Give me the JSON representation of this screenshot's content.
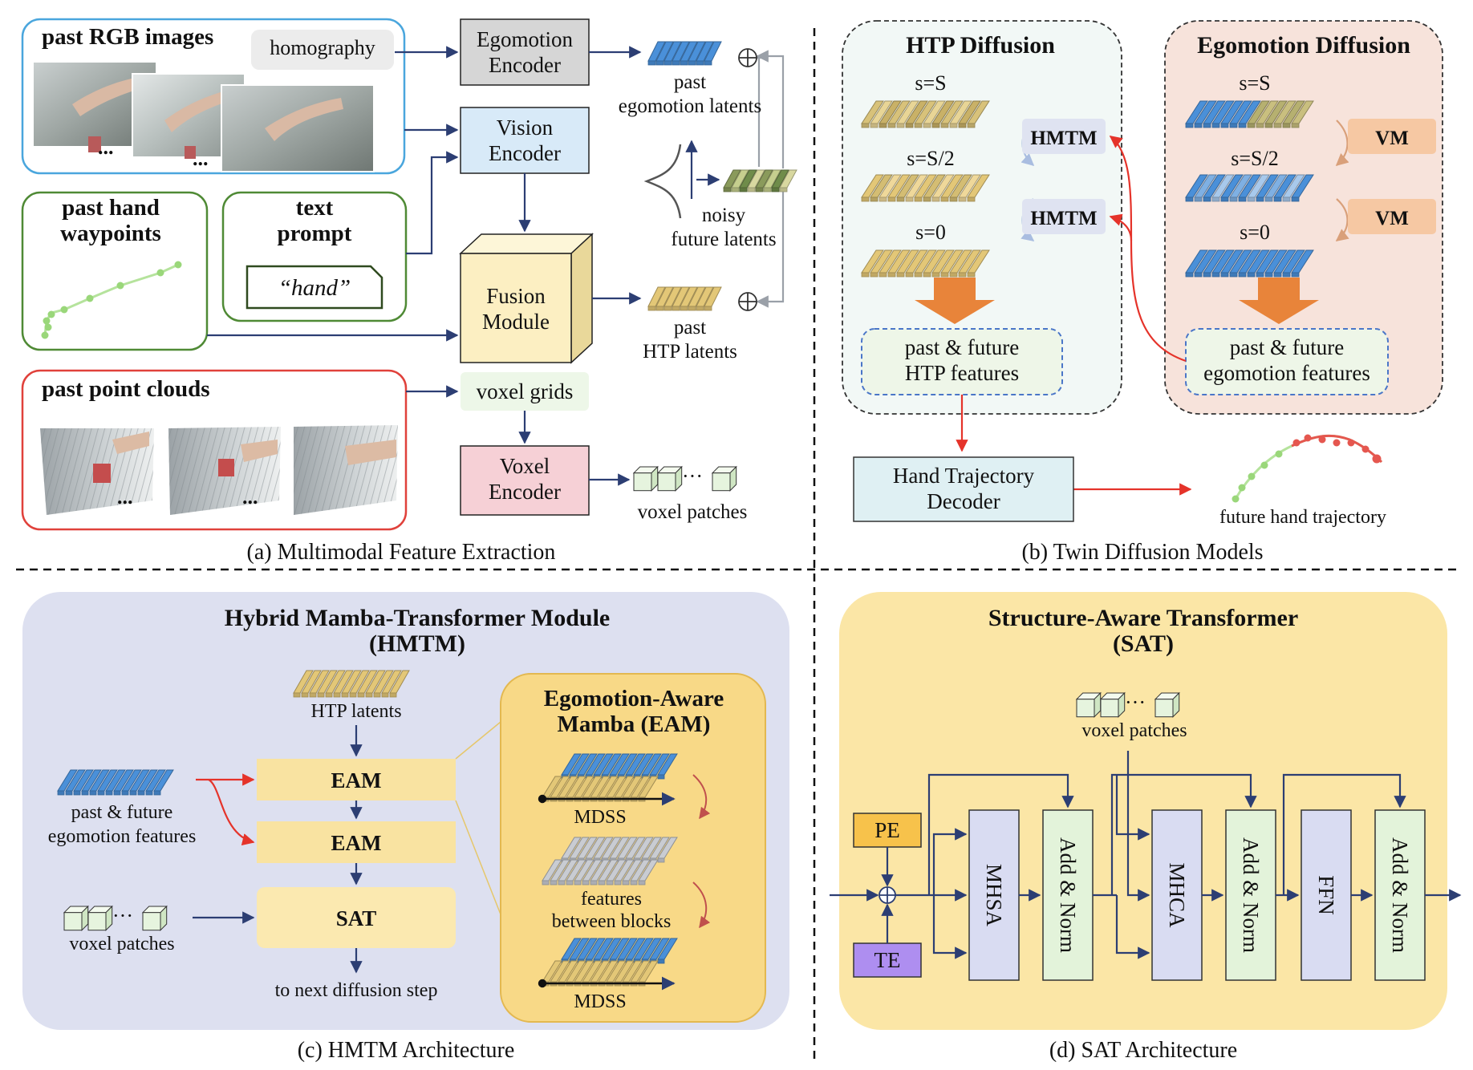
{
  "panel_a": {
    "caption": "(a) Multimodal Feature Extraction",
    "rgb_title": "past RGB images",
    "homography": "homography",
    "ellipsis": "...",
    "hand_title_1": "past hand",
    "hand_title_2": "waypoints",
    "text_title_1": "text",
    "text_title_2": "prompt",
    "prompt_value": "“hand”",
    "pc_title": "past point clouds",
    "ego_enc_1": "Egomotion",
    "ego_enc_2": "Encoder",
    "vis_enc_1": "Vision",
    "vis_enc_2": "Encoder",
    "fusion_1": "Fusion",
    "fusion_2": "Module",
    "voxel_grids": "voxel grids",
    "vox_enc_1": "Voxel",
    "vox_enc_2": "Encoder",
    "past_ego_1": "past",
    "past_ego_2": "egomotion latents",
    "noisy_1": "noisy",
    "noisy_2": "future latents",
    "past_htp_1": "past",
    "past_htp_2": "HTP latents",
    "voxel_patches": "voxel patches",
    "dots": "···"
  },
  "panel_b": {
    "caption": "(b) Twin Diffusion Models",
    "htp_title": "HTP Diffusion",
    "ego_title": "Egomotion Diffusion",
    "s_S": "s=S",
    "s_S2": "s=S/2",
    "s_0": "s=0",
    "hmtm": "HMTM",
    "vm": "VM",
    "htp_feat_1": "past & future",
    "htp_feat_2": "HTP features",
    "ego_feat_1": "past & future",
    "ego_feat_2": "egomotion features",
    "decoder_1": "Hand Trajectory",
    "decoder_2": "Decoder",
    "future_traj": "future hand trajectory"
  },
  "panel_c": {
    "caption": "(c) HMTM Architecture",
    "title_1": "Hybrid Mamba-Transformer Module",
    "title_2": "(HMTM)",
    "htp_latents": "HTP latents",
    "eam": "EAM",
    "sat": "SAT",
    "ego_feat_1": "past & future",
    "ego_feat_2": "egomotion features",
    "voxel_patches": "voxel patches",
    "next_step": "to next diffusion step",
    "eam_title_1": "Egomotion-Aware",
    "eam_title_2": "Mamba (EAM)",
    "mdss": "MDSS",
    "between_1": "features",
    "between_2": "between blocks",
    "dots": "···"
  },
  "panel_d": {
    "caption": "(d) SAT Architecture",
    "title_1": "Structure-Aware Transformer",
    "title_2": "(SAT)",
    "voxel_patches": "voxel patches",
    "pe": "PE",
    "te": "TE",
    "mhsa": "MHSA",
    "mhca": "MHCA",
    "ffn": "FFN",
    "addnorm": "Add & Norm",
    "dots": "···"
  },
  "colors": {
    "blue_arrow": "#2c3e73",
    "red_arrow": "#e5332a",
    "ego_latent": "#4a90d9",
    "htp_latent": "#e3c777",
    "hmtm_bg": "#dde0f0",
    "sat_bg": "#fbe6a6",
    "vox_enc": "#f6d0d6",
    "vis_enc": "#d8eaf8",
    "ego_enc": "#d6d6d6"
  }
}
